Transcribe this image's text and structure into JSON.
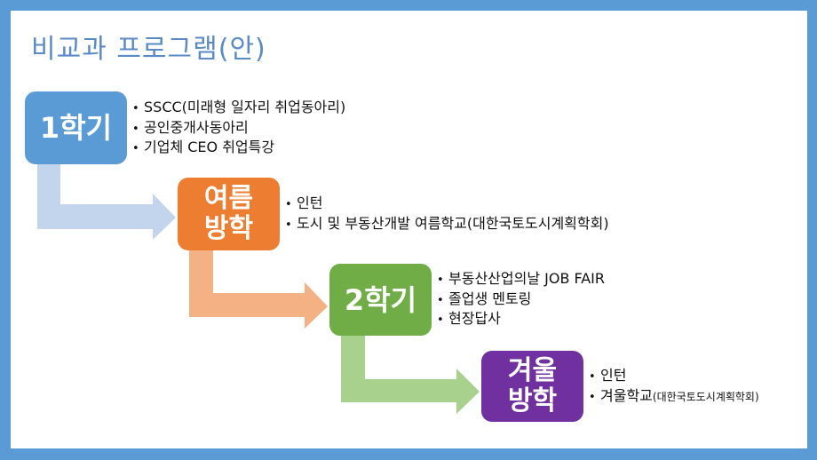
{
  "slide": {
    "title": "비교과 프로그램(안)",
    "colors": {
      "frame": "#5b9bd5",
      "title": "#5b8bc6",
      "stage1": "#5b9bd5",
      "stage2": "#ed7d31",
      "stage3": "#70ad47",
      "stage4": "#7030a0",
      "arrow1": "#c3d5ec",
      "arrow2": "#f4b183",
      "arrow3": "#a9d18e"
    },
    "stages": [
      {
        "label": "1학기",
        "items": [
          "SSCC(미래형 일자리 취업동아리)",
          "공인중개사동아리",
          "기업체 CEO 취업특강"
        ]
      },
      {
        "label_line1": "여름",
        "label_line2": "방학",
        "items": [
          "인턴",
          "도시 및 부동산개발 여름학교(대한국토도시계획학회)"
        ]
      },
      {
        "label": "2학기",
        "items": [
          "부동산산업의날 JOB FAIR",
          "졸업생 멘토링",
          "현장답사"
        ]
      },
      {
        "label_line1": "겨울",
        "label_line2": "방학",
        "items": [
          "인턴"
        ],
        "item2_main": "겨울학교",
        "item2_note": "(대한국토도시계획학회)"
      }
    ]
  }
}
